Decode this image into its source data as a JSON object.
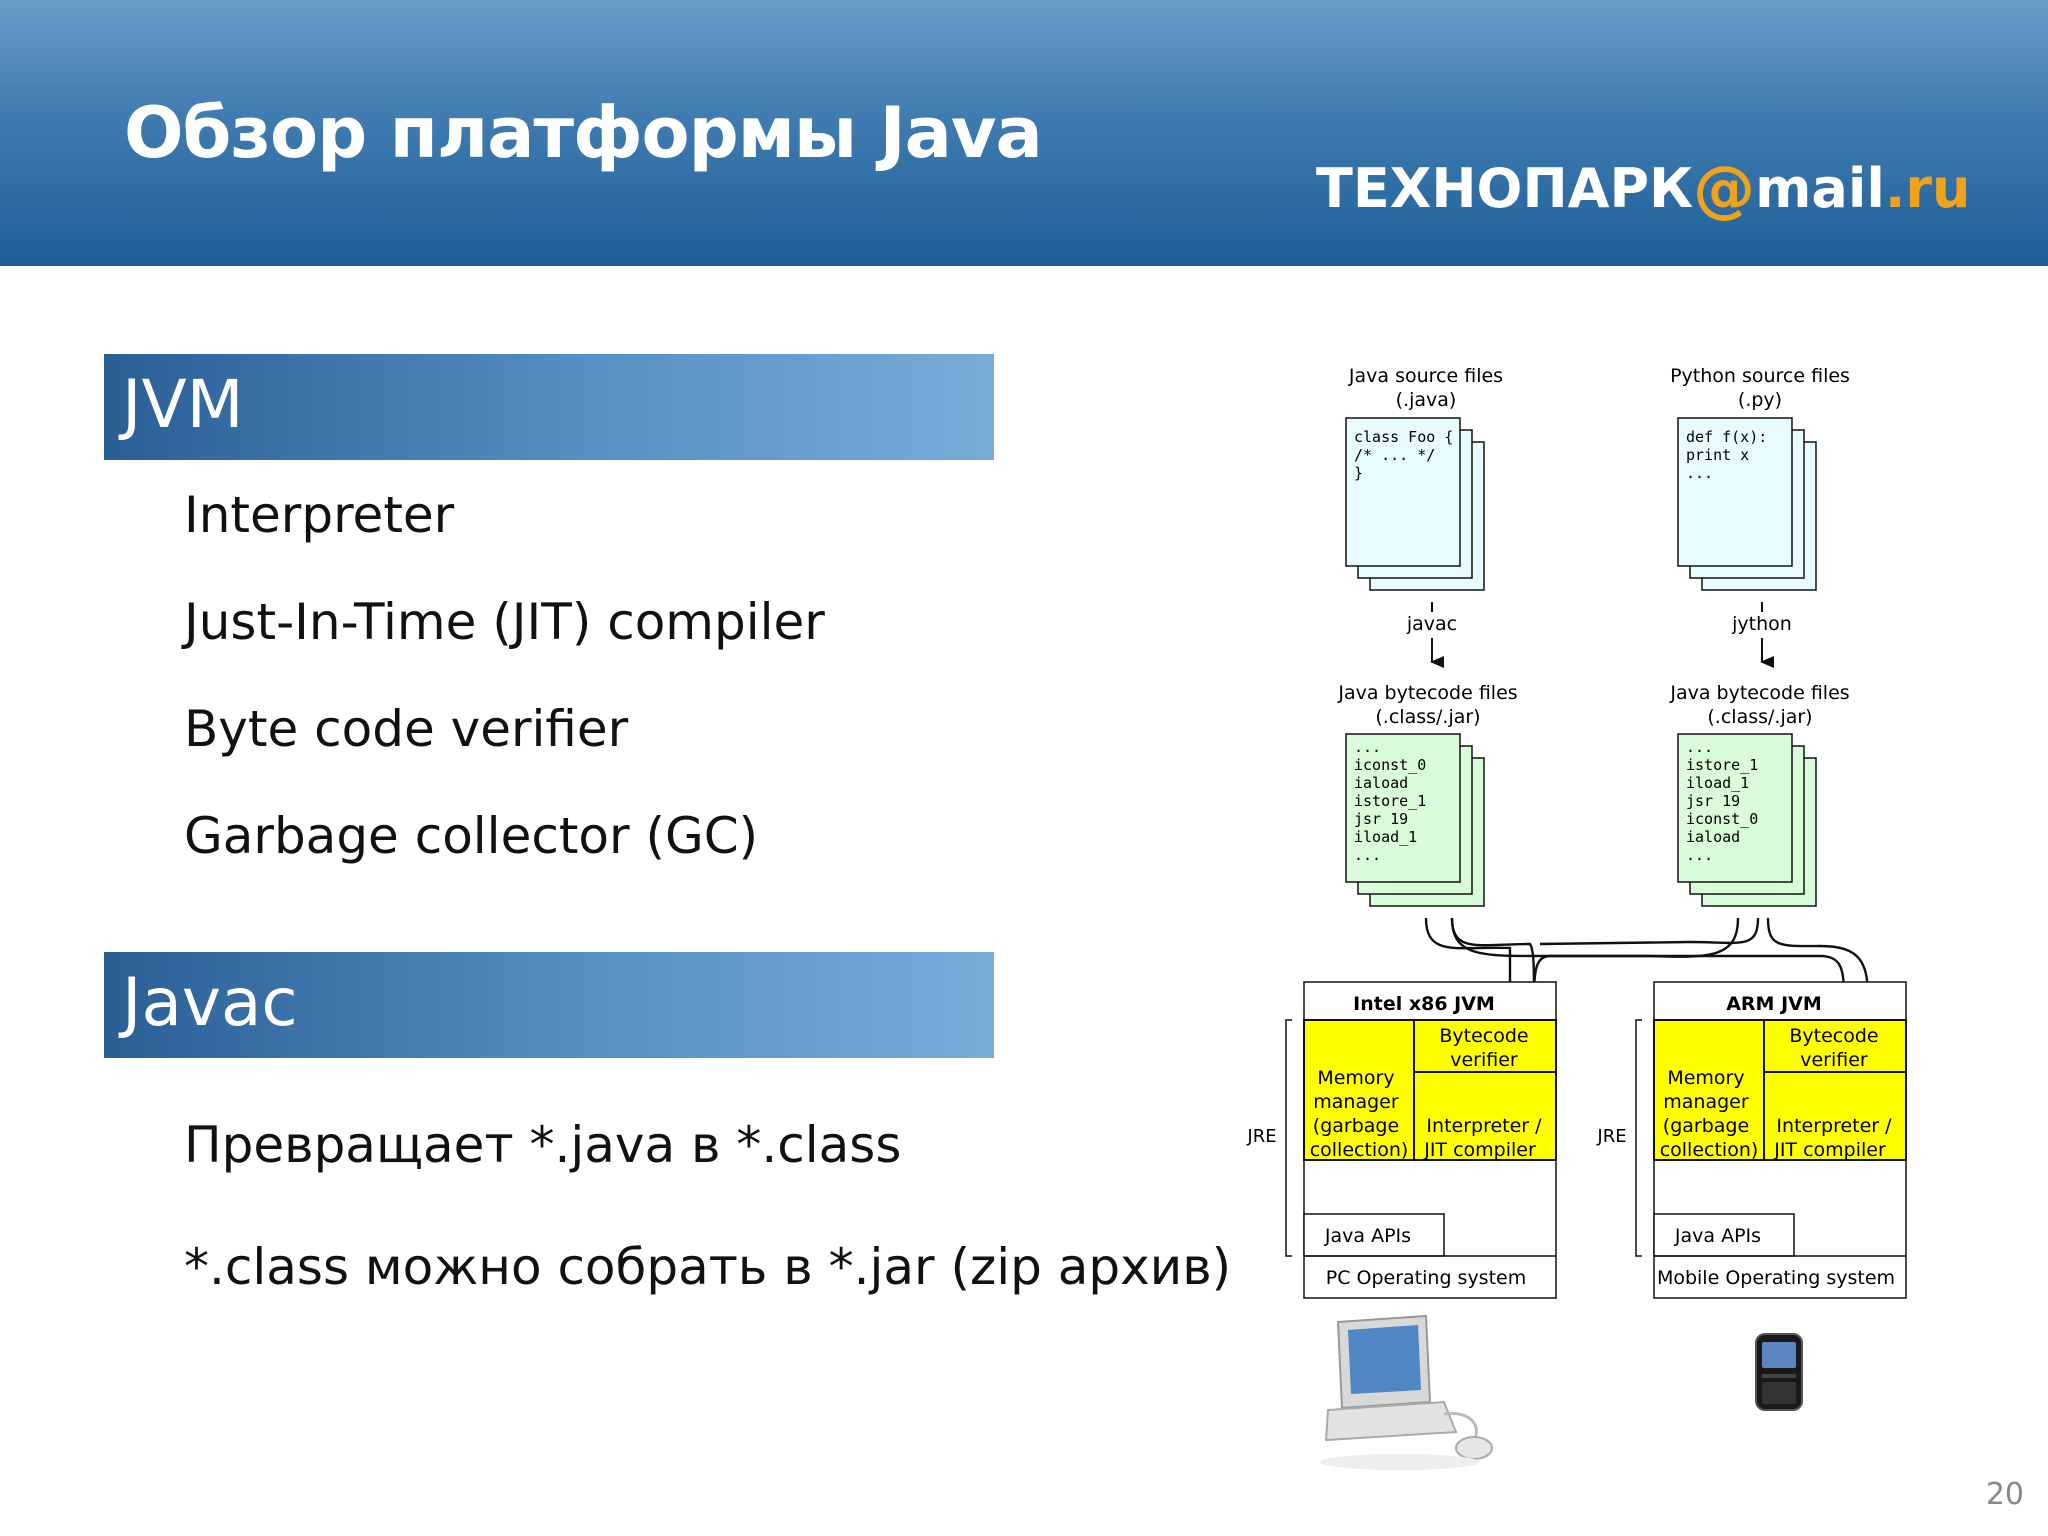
{
  "slide": {
    "title": "Обзор платформы Java",
    "logo_main": "ТЕХНОПАРК",
    "logo_at": "@",
    "logo_mail": "mail",
    "logo_dot": ".",
    "logo_ru": "ru",
    "page_number": "20"
  },
  "sections": [
    {
      "heading": "JVM",
      "items": [
        "Interpreter",
        "Just-In-Time (JIT) compiler",
        "Byte code verifier",
        "Garbage collector (GC)"
      ]
    },
    {
      "heading": "Javac",
      "items": [
        "Превращает *.java в *.class",
        "*.class можно собрать в *.jar (zip архив)"
      ]
    }
  ],
  "diagram": {
    "java_source_title": "Java source files",
    "java_source_ext": "(.java)",
    "java_code": [
      "class Foo {",
      "  /* ... */",
      "}"
    ],
    "python_source_title": "Python source files",
    "python_source_ext": "(.py)",
    "python_code": [
      "def f(x):",
      "  print x",
      "..."
    ],
    "javac_label": "javac",
    "jython_label": "jython",
    "bytecode_title": "Java bytecode files",
    "bytecode_ext": "(.class/.jar)",
    "bytecode_left": [
      "...",
      "iconst_0",
      "iaload",
      "istore_1",
      "jsr 19",
      "iload_1",
      "..."
    ],
    "bytecode_right": [
      "...",
      "istore_1",
      "iload_1",
      "jsr 19",
      "iconst_0",
      "iaload",
      "..."
    ],
    "jvm_left": "Intel x86 JVM",
    "jvm_right": "ARM JVM",
    "verifier_line1": "Bytecode",
    "verifier_line2": "verifier",
    "memory_lines": [
      "Memory",
      "manager",
      "(garbage",
      "collection)"
    ],
    "interp_line1": "Interpreter /",
    "interp_line2": "JIT compiler",
    "jre_label": "JRE",
    "java_apis": "Java APIs",
    "os_left": "PC Operating system",
    "os_right": "Mobile Operating system",
    "colors": {
      "source_fill": "#e8fcff",
      "bytecode_fill": "#d9fbd9",
      "jvm_fill": "#ffff00"
    }
  }
}
